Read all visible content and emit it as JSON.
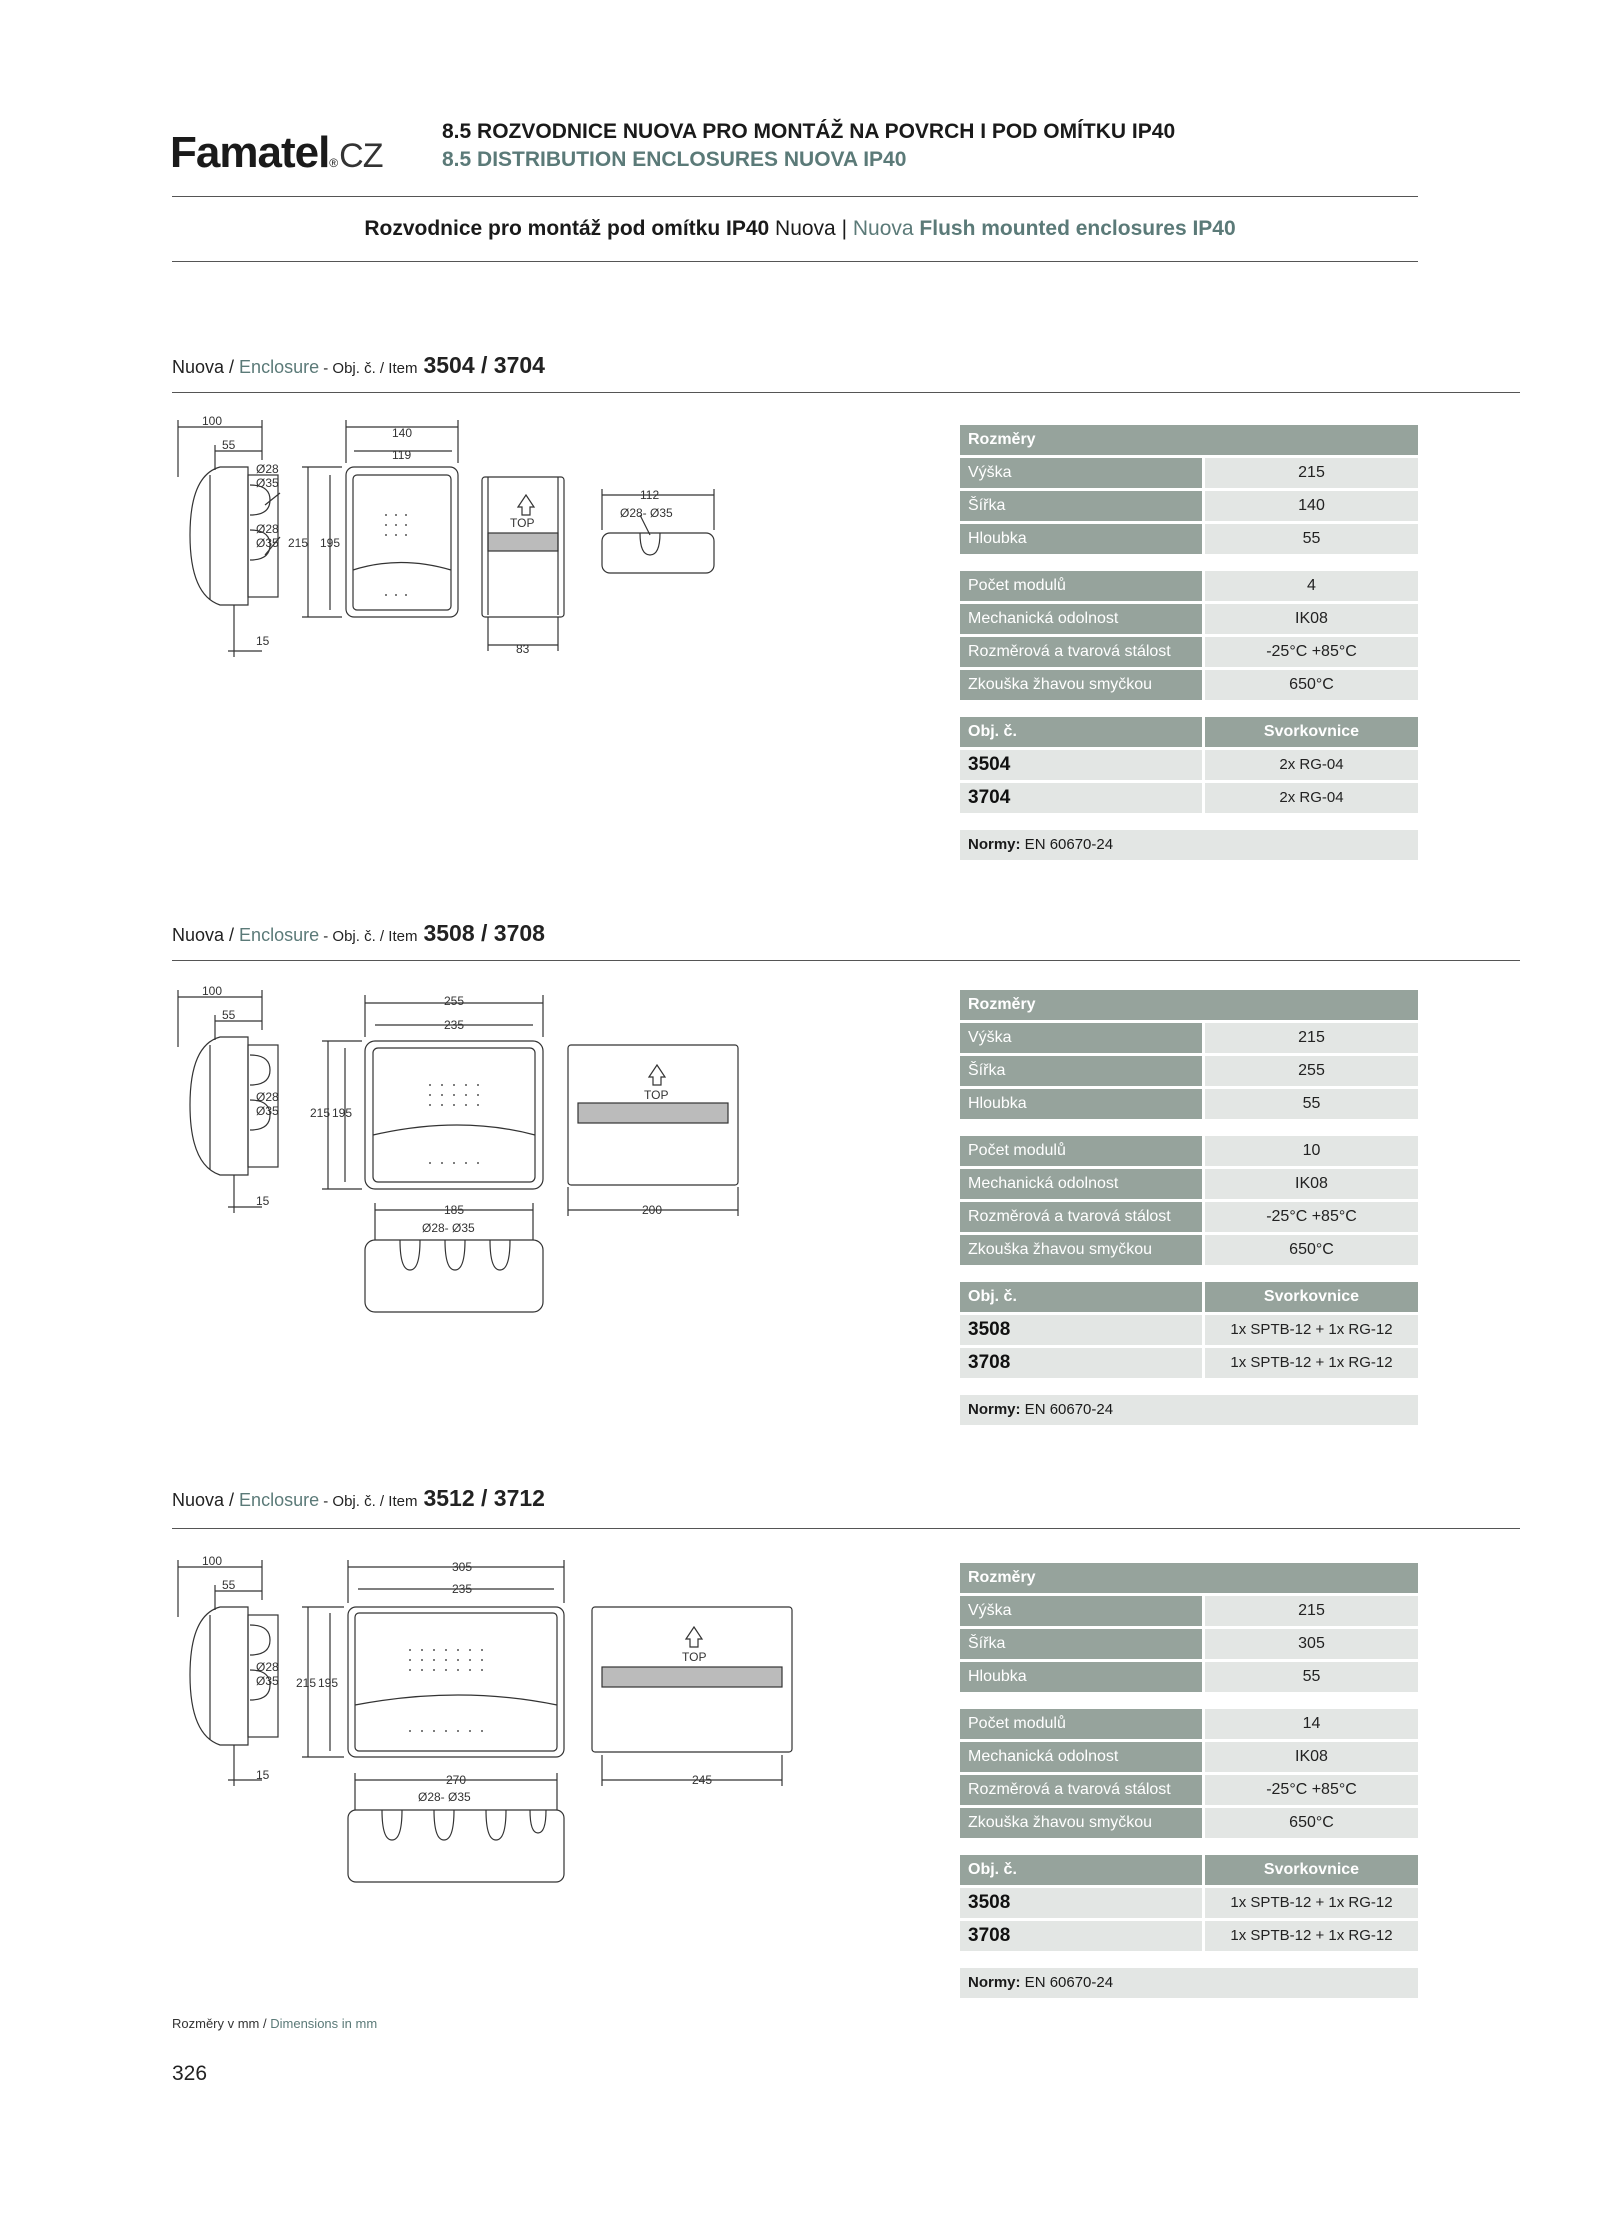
{
  "header": {
    "logo": "Famatel",
    "logo_reg": "®",
    "logo_suffix": "CZ",
    "line1": "8.5  ROZVODNICE NUOVA PRO MONTÁŽ NA POVRCH I POD OMÍTKU IP40",
    "line2": "8.5  DISTRIBUTION ENCLOSURES NUOVA IP40"
  },
  "subtitle": {
    "cz_bold": "Rozvodnice pro montáž pod omítku IP40",
    "cz_plain": " Nuova",
    "sep": "  |  ",
    "en_plain": "Nuova ",
    "en_bold": "Flush mounted enclosures IP40"
  },
  "sections": [
    {
      "title_a": "Nuova / ",
      "title_b": "Enclosure",
      "title_c": " - Obj. č. / Item",
      "item": "3504 / 3704",
      "dims": {
        "d100": "100",
        "d55": "55",
        "d15": "15",
        "dia1": "Ø28",
        "dia2": "Ø35",
        "h215": "215",
        "h195": "195",
        "w1": "140",
        "w2": "119",
        "top": "TOP",
        "b83": "83",
        "b112": "112",
        "bdia": "Ø28- Ø35"
      },
      "spec": {
        "header": "Rozměry",
        "rows": [
          {
            "l": "Výška",
            "v": "215"
          },
          {
            "l": "Šířka",
            "v": "140"
          },
          {
            "l": "Hloubka",
            "v": "55"
          }
        ],
        "rows2": [
          {
            "l": "Počet modulů",
            "v": "4"
          },
          {
            "l": "Mechanická odolnost",
            "v": "IK08"
          },
          {
            "l": "Rozměrová a tvarová stálost",
            "v": "-25°C +85°C"
          },
          {
            "l": "Zkouška žhavou smyčkou",
            "v": "650°C"
          }
        ],
        "order_h1": "Obj. č.",
        "order_h2": "Svorkovnice",
        "orders": [
          {
            "n": "3504",
            "v": "2x RG-04"
          },
          {
            "n": "3704",
            "v": "2x RG-04"
          }
        ],
        "norm_label": "Normy:",
        "norm": " EN 60670-24"
      }
    },
    {
      "title_a": "Nuova / ",
      "title_b": "Enclosure",
      "title_c": " - Obj. č. / Item",
      "item": "3508 / 3708",
      "dims": {
        "d100": "100",
        "d55": "55",
        "d15": "15",
        "dia1": "Ø28",
        "dia2": "Ø35",
        "h215": "215",
        "h195": "195",
        "w1": "255",
        "w2": "235",
        "top": "TOP",
        "b1": "185",
        "bdia": "Ø28- Ø35",
        "b2": "200"
      },
      "spec": {
        "header": "Rozměry",
        "rows": [
          {
            "l": "Výška",
            "v": "215"
          },
          {
            "l": "Šířka",
            "v": "255"
          },
          {
            "l": "Hloubka",
            "v": "55"
          }
        ],
        "rows2": [
          {
            "l": "Počet modulů",
            "v": "10"
          },
          {
            "l": "Mechanická odolnost",
            "v": "IK08"
          },
          {
            "l": "Rozměrová a tvarová stálost",
            "v": "-25°C +85°C"
          },
          {
            "l": "Zkouška žhavou smyčkou",
            "v": "650°C"
          }
        ],
        "order_h1": "Obj. č.",
        "order_h2": "Svorkovnice",
        "orders": [
          {
            "n": "3508",
            "v": "1x SPTB-12 + 1x RG-12"
          },
          {
            "n": "3708",
            "v": "1x SPTB-12 + 1x RG-12"
          }
        ],
        "norm_label": "Normy:",
        "norm": " EN 60670-24"
      }
    },
    {
      "title_a": "Nuova / ",
      "title_b": "Enclosure",
      "title_c": " - Obj. č. / Item",
      "item": "3512 / 3712",
      "dims": {
        "d100": "100",
        "d55": "55",
        "d15": "15",
        "dia1": "Ø28",
        "dia2": "Ø35",
        "h215": "215",
        "h195": "195",
        "w1": "305",
        "w2": "235",
        "top": "TOP",
        "b1": "270",
        "bdia": "Ø28- Ø35",
        "b2": "245"
      },
      "spec": {
        "header": "Rozměry",
        "rows": [
          {
            "l": "Výška",
            "v": "215"
          },
          {
            "l": "Šířka",
            "v": "305"
          },
          {
            "l": "Hloubka",
            "v": "55"
          }
        ],
        "rows2": [
          {
            "l": "Počet modulů",
            "v": "14"
          },
          {
            "l": "Mechanická odolnost",
            "v": "IK08"
          },
          {
            "l": "Rozměrová a tvarová stálost",
            "v": "-25°C +85°C"
          },
          {
            "l": "Zkouška žhavou smyčkou",
            "v": "650°C"
          }
        ],
        "order_h1": "Obj. č.",
        "order_h2": "Svorkovnice",
        "orders": [
          {
            "n": "3508",
            "v": "1x SPTB-12 + 1x RG-12"
          },
          {
            "n": "3708",
            "v": "1x SPTB-12 + 1x RG-12"
          }
        ],
        "norm_label": "Normy:",
        "norm": " EN 60670-24"
      }
    }
  ],
  "footer": {
    "cz": "Rozměry v mm / ",
    "en": "Dimensions in mm"
  },
  "page_number": "326"
}
